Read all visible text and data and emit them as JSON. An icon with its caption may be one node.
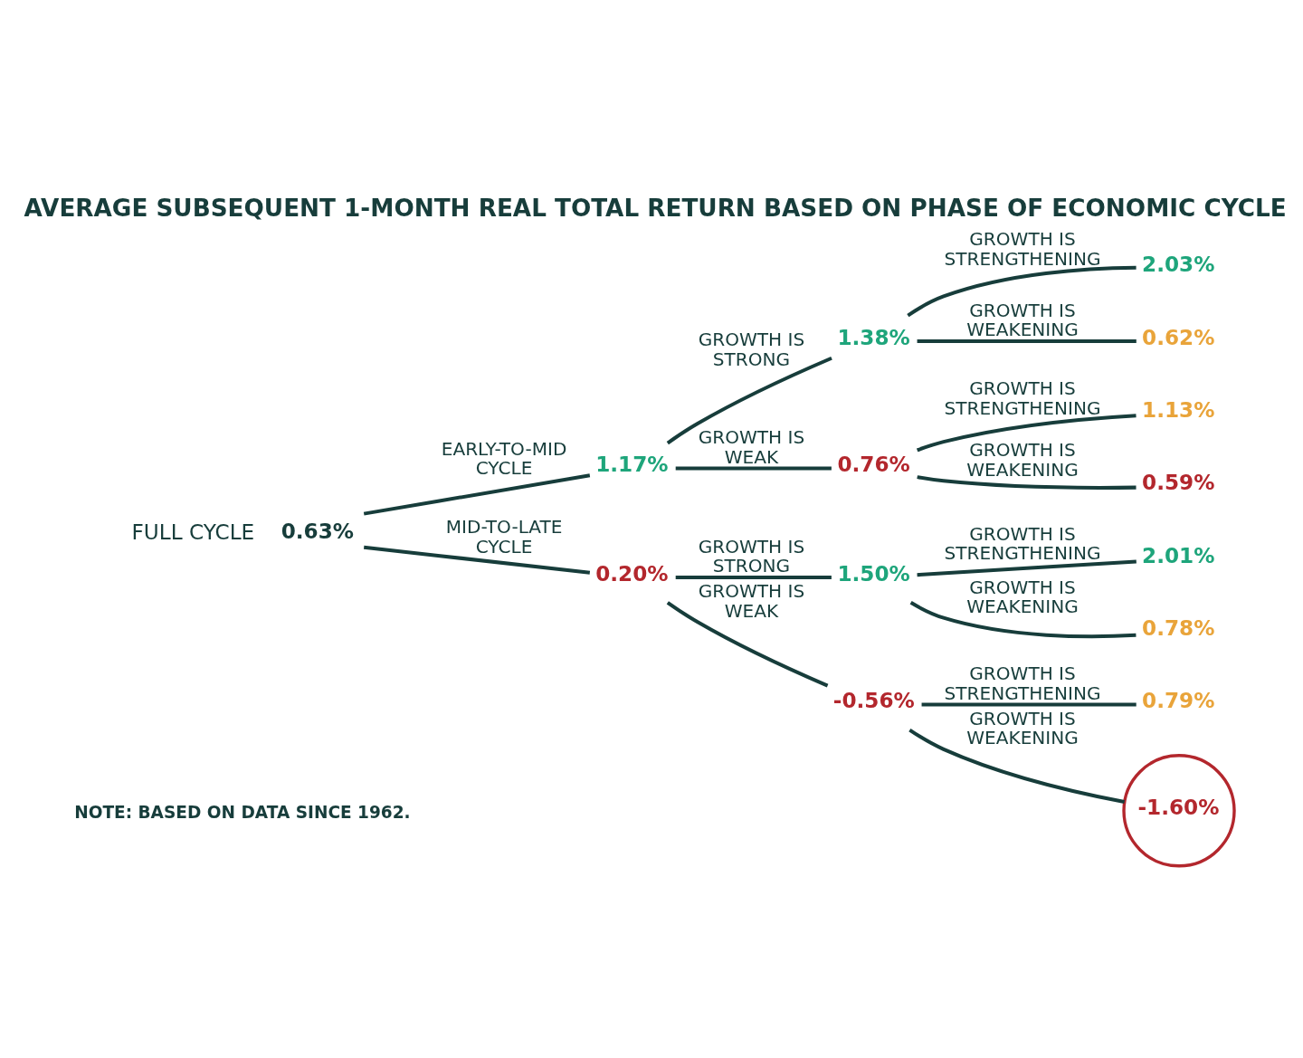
{
  "diagram": {
    "title": "AVERAGE SUBSEQUENT 1-MONTH REAL TOTAL RETURN BASED ON PHASE OF ECONOMIC CYCLE",
    "nodes": [
      {
        "text": [
          "0.63%"
        ],
        "beside": [
          "FULL CYCLE"
        ]
      },
      {
        "text": [
          "1.17%"
        ]
      },
      {
        "text": [
          "1.38%"
        ]
      },
      {
        "text": [
          "2.03%"
        ]
      },
      {
        "text": [
          "0.62%"
        ]
      },
      {
        "text": [
          "0.76%"
        ]
      },
      {
        "text": [
          "1.13%"
        ]
      },
      {
        "text": [
          "0.59%"
        ]
      },
      {
        "text": [
          "0.20%"
        ]
      },
      {
        "text": [
          "1.50%"
        ]
      },
      {
        "text": [
          "2.01%"
        ]
      },
      {
        "text": [
          "0.78%"
        ]
      },
      {
        "text": [
          "-0.56%"
        ]
      },
      {
        "text": [
          "0.79%"
        ]
      },
      {
        "text": [
          "-1.60%"
        ]
      }
    ],
    "edges": [
      {
        "from": 0,
        "to": 1,
        "arrow": "none",
        "label": "EARLY-TO-MID CYCLE"
      },
      {
        "from": 1,
        "to": 2,
        "arrow": "none",
        "label": "GROWTH IS STRONG"
      },
      {
        "from": 2,
        "to": 3,
        "arrow": "none",
        "label": "GROWTH IS STRENGTHENING"
      },
      {
        "from": 2,
        "to": 4,
        "arrow": "none",
        "label": "GROWTH IS WEAKENING"
      },
      {
        "from": 1,
        "to": 5,
        "arrow": "none",
        "label": "GROWTH IS WEAK"
      },
      {
        "from": 5,
        "to": 6,
        "arrow": "none",
        "label": "GROWTH IS STRENGTHENING"
      },
      {
        "from": 5,
        "to": 7,
        "arrow": "none",
        "label": "GROWTH IS WEAKENING"
      },
      {
        "from": 0,
        "to": 8,
        "arrow": "none",
        "label": "MID-TO-LATE CYCLE"
      },
      {
        "from": 8,
        "to": 9,
        "arrow": "none",
        "label": "GROWTH IS STRONG"
      },
      {
        "from": 9,
        "to": 10,
        "arrow": "none",
        "label": "GROWTH IS STRENGTHENING"
      },
      {
        "from": 9,
        "to": 11,
        "arrow": "none",
        "label": "GROWTH IS WEAKENING"
      },
      {
        "from": 8,
        "to": 12,
        "arrow": "none",
        "label": "GROWTH IS WEAK"
      },
      {
        "from": 12,
        "to": 13,
        "arrow": "none",
        "label": "GROWTH IS STRENGTHENING"
      },
      {
        "from": 12,
        "to": 14,
        "arrow": "none",
        "label": "GROWTH IS WEAKENING"
      }
    ],
    "labels": [
      "NOTE: BASED ON DATA SINCE 1962."
    ]
  }
}
